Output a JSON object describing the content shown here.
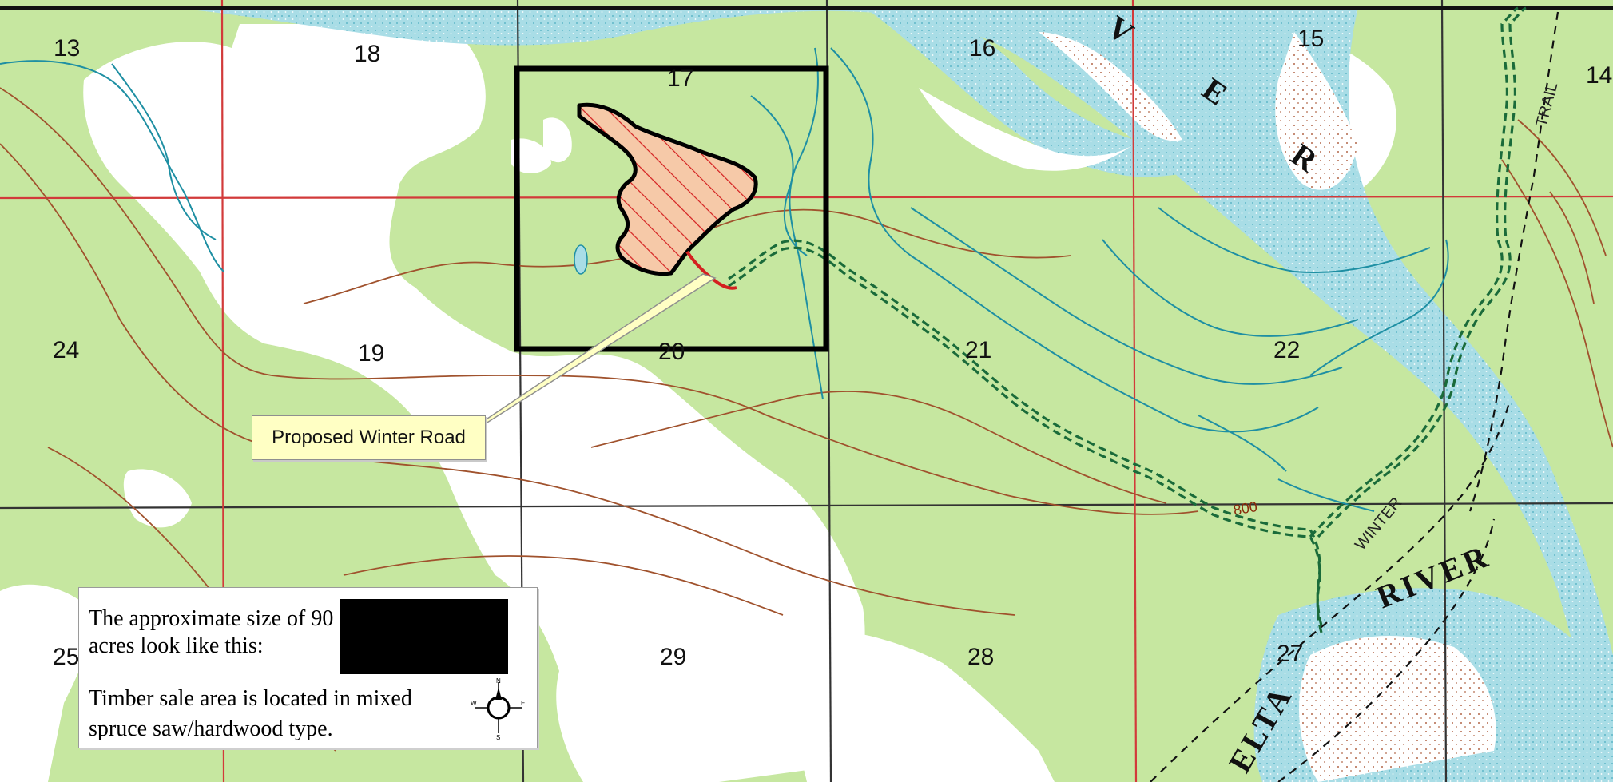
{
  "map": {
    "sections": [
      "13",
      "18",
      "17",
      "16",
      "15",
      "14",
      "24",
      "19",
      "20",
      "21",
      "22",
      "25",
      "29",
      "28",
      "27"
    ],
    "river_labels": [
      "R",
      "I",
      "V",
      "E",
      "R"
    ],
    "delta_label": "ELTA",
    "trail_label": "TRAIL",
    "winter_label": "WINTER",
    "contour_label": "800",
    "colors": {
      "forest": "#c6e7a0",
      "open": "#ffffff",
      "water": "#a9dde6",
      "stream": "#1e8fa3",
      "section_line": "#d23a3a",
      "contour": "#a0522d",
      "road": "#1a6b3a",
      "sale_hatch": "#d42020"
    }
  },
  "callout": {
    "text": "Proposed Winter Road"
  },
  "legend": {
    "size_text": "The approximate size of 90 acres look like this:",
    "type_text": "Timber sale area is located in mixed spruce saw/hardwood type.",
    "compass": {
      "n": "N",
      "e": "E",
      "s": "S",
      "w": "W"
    }
  }
}
